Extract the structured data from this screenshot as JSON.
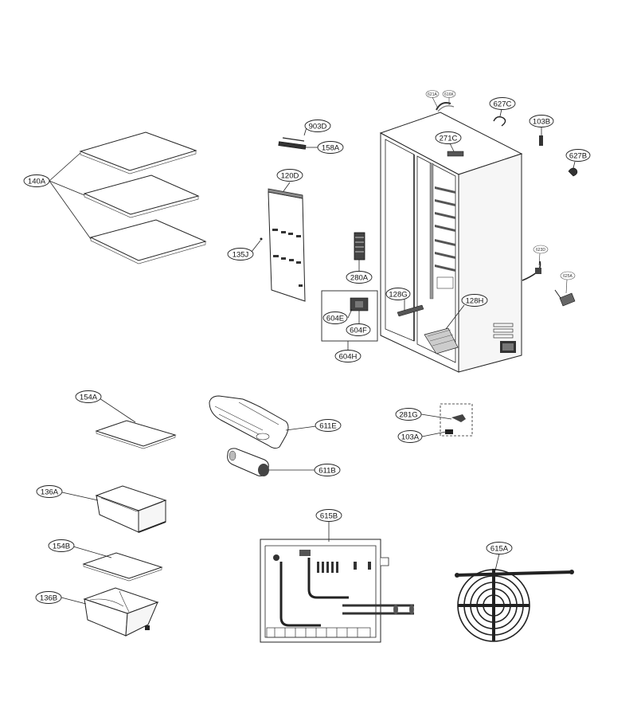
{
  "diagram": {
    "labels": {
      "l140A": "140A",
      "l903D": "903D",
      "l158A": "158A",
      "l120D": "120D",
      "l135J": "135J",
      "l280A": "280A",
      "l604E": "604E",
      "l604F": "604F",
      "l604H": "604H",
      "l128G": "128G",
      "l128H": "128H",
      "l271C": "271C",
      "l621A": "621A",
      "l616K": "616K",
      "l627C": "627C",
      "l103B": "103B",
      "l627B": "627B",
      "l623D": "623D",
      "l625A": "625A",
      "l154A": "154A",
      "l611E": "611E",
      "l611B": "611B",
      "l281G": "281G",
      "l103A": "103A",
      "l136A": "136A",
      "l154B": "154B",
      "l136B": "136B",
      "l615B": "615B",
      "l615A": "615A"
    }
  }
}
